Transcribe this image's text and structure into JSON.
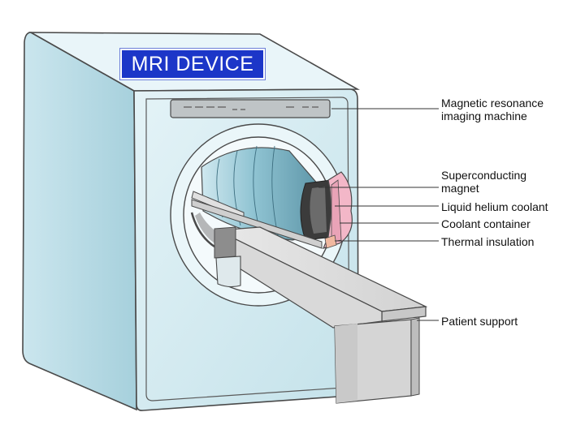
{
  "title": "MRI DEVICE",
  "labels": {
    "machine_line1": "Magnetic resonance",
    "machine_line2": "imaging machine",
    "magnet_line1": "Superconducting",
    "magnet_line2": "magnet",
    "helium": "Liquid helium coolant",
    "container": "Coolant container",
    "insulation": "Thermal insulation",
    "support": "Patient support"
  },
  "colors": {
    "housing_front": "#d4ecf2",
    "housing_side": "#b4d8e3",
    "housing_top": "#e6f4f8",
    "bore_interior": "#9ecbd8",
    "magnet_cap": "#f3b7c8",
    "title_bg": "#1c36c8",
    "table": "#dcdcdc"
  }
}
